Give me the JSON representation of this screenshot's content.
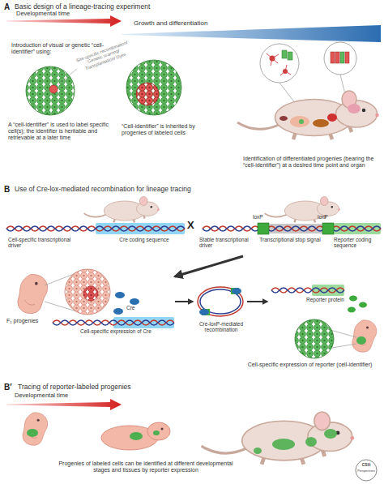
{
  "diagram": {
    "labels": [
      "A",
      "Basic design of a lineage-tracing experiment",
      "Developmental time",
      "Growth and differentiation",
      "Introduction of visual or genetic “cell-identifier” using:",
      "Site-specific recombination/ Genetic scarring/ Transplantation/ Dyes",
      "A “cell-identifier” is used to label specific cell(s); the identifier is heritable and retrievable at a later time",
      "“Cell-identifier” is inherited by progenies of labeled cells",
      "Identification of differentiated progenies (bearing the “cell-identifier”) at a desired time point and organ",
      "B",
      "Use of Cre-lox-mediated recombination for lineage tracing",
      "Cell-specific transcriptional driver",
      "Cre coding sequence",
      "X",
      "loxP",
      "loxP",
      "Stable transcriptional driver",
      "Transcriptional stop signal",
      "Reporter coding sequence",
      "F₁ progenies",
      "Cre",
      "Cell-specific expression of Cre",
      "Cre-loxP-mediated recombination",
      "Reporter protein",
      "Cell-specific expression of reporter (cell-identifier)",
      "B′",
      "Tracing of reporter-labeled progenies",
      "Developmental time",
      "Progenies of labeled cells can be identified at different developmental stages and tissues by reporter expression",
      "CSH",
      "Perspectives"
    ]
  }
}
